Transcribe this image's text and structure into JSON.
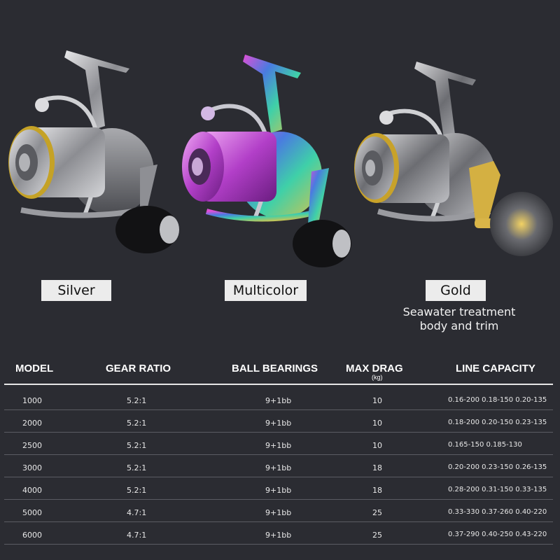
{
  "variants": [
    {
      "name": "Silver"
    },
    {
      "name": "Multicolor"
    },
    {
      "name": "Gold"
    }
  ],
  "gold_note": [
    "Seawater treatment",
    "body and trim"
  ],
  "colors": {
    "background": "#2b2c32",
    "label_bg": "#ececec",
    "silver": "#b8b9bc",
    "gold_trim": "#c8a22a",
    "multicolor_spool": "#c64fd8"
  },
  "table": {
    "headers": {
      "model": "MODEL",
      "gear_ratio": "GEAR RATIO",
      "ball_bearings": "BALL BEARINGS",
      "max_drag": "MAX DRAG",
      "max_drag_unit": "(kg)",
      "line_capacity": "LINE CAPACITY"
    },
    "rows": [
      {
        "model": "1000",
        "gear": "5.2:1",
        "bearings": "9+1bb",
        "drag": "10",
        "capacity": "0.16-200 0.18-150 0.20-135"
      },
      {
        "model": "2000",
        "gear": "5.2:1",
        "bearings": "9+1bb",
        "drag": "10",
        "capacity": "0.18-200 0.20-150 0.23-135"
      },
      {
        "model": "2500",
        "gear": "5.2:1",
        "bearings": "9+1bb",
        "drag": "10",
        "capacity": "0.165-150 0.185-130"
      },
      {
        "model": "3000",
        "gear": "5.2:1",
        "bearings": "9+1bb",
        "drag": "18",
        "capacity": "0.20-200 0.23-150 0.26-135"
      },
      {
        "model": "4000",
        "gear": "5.2:1",
        "bearings": "9+1bb",
        "drag": "18",
        "capacity": "0.28-200 0.31-150 0.33-135"
      },
      {
        "model": "5000",
        "gear": "4.7:1",
        "bearings": "9+1bb",
        "drag": "25",
        "capacity": "0.33-330 0.37-260 0.40-220"
      },
      {
        "model": "6000",
        "gear": "4.7:1",
        "bearings": "9+1bb",
        "drag": "25",
        "capacity": "0.37-290 0.40-250 0.43-220"
      }
    ]
  }
}
